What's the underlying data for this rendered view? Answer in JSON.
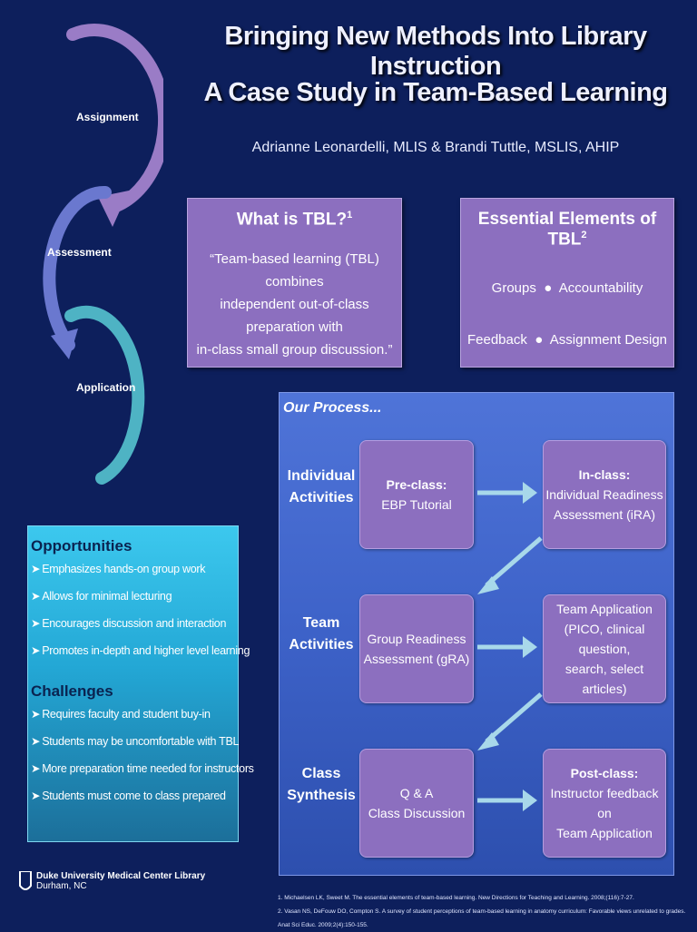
{
  "header": {
    "title_line1": "Bringing New Methods Into Library Instruction",
    "title_line2": "A Case Study in Team-Based Learning",
    "authors": "Adrianne Leonardelli, MLIS & Brandi Tuttle, MSLIS, AHIP"
  },
  "cycle": {
    "labels": [
      "Assignment",
      "Assessment",
      "Application"
    ],
    "colors": [
      "#9a7cc6",
      "#6a78cf",
      "#4eb3c4"
    ]
  },
  "what_is": {
    "title": "What is TBL?",
    "sup": "1",
    "quote_line1": "“Team-based learning (TBL) combines",
    "quote_line2": "independent out-of-class preparation with",
    "quote_line3": "in-class small group discussion.”"
  },
  "essential": {
    "title": "Essential Elements of TBL",
    "sup": "2",
    "item1": "Groups",
    "item2": "Accountability",
    "item3": "Feedback",
    "item4": "Assignment Design"
  },
  "opportunities": {
    "heading": "Opportunities",
    "items": [
      "Emphasizes hands-on group work",
      "Allows for minimal lecturing",
      "Encourages discussion and interaction",
      "Promotes in-depth and higher level learning"
    ]
  },
  "challenges": {
    "heading": "Challenges",
    "items": [
      "Requires faculty and student buy-in",
      "Students may be uncomfortable with TBL",
      "More preparation time needed for instructors",
      "Students must come to class prepared"
    ]
  },
  "process": {
    "title": "Our Process...",
    "row1_label_a": "Individual",
    "row1_label_b": "Activities",
    "row2_label_a": "Team",
    "row2_label_b": "Activities",
    "row3_label_a": "Class",
    "row3_label_b": "Synthesis",
    "pre_class_title": "Pre-class:",
    "pre_class_text": "EBP Tutorial",
    "in_class_title": "In-class:",
    "in_class_text1": "Individual Readiness",
    "in_class_text2": "Assessment (iRA)",
    "gra_text1": "Group Readiness",
    "gra_text2": "Assessment (gRA)",
    "team_app_text1": "Team Application",
    "team_app_text2": "(PICO, clinical question,",
    "team_app_text3": "search, select articles)",
    "qa_text1": "Q & A",
    "qa_text2": "Class Discussion",
    "post_class_title": "Post-class:",
    "post_class_text1": "Instructor feedback on",
    "post_class_text2": "Team Application",
    "arrow_color": "#a8d8ea"
  },
  "footer": {
    "org_line1": "Duke University Medical Center Library",
    "org_line2": "Durham, NC",
    "ref1": "1.    Michaelsen LK, Sweet M. The essential elements of team-based learning. New Directions for Teaching and Learning. 2008;(116):7-27.",
    "ref2": "2.    Vasan NS, DeFouw DO, Compton S. A survey of student perceptions of team-based learning in anatomy curriculum: Favorable views unrelated to grades. Anat Sci Educ. 2009;2(4):150-155."
  }
}
